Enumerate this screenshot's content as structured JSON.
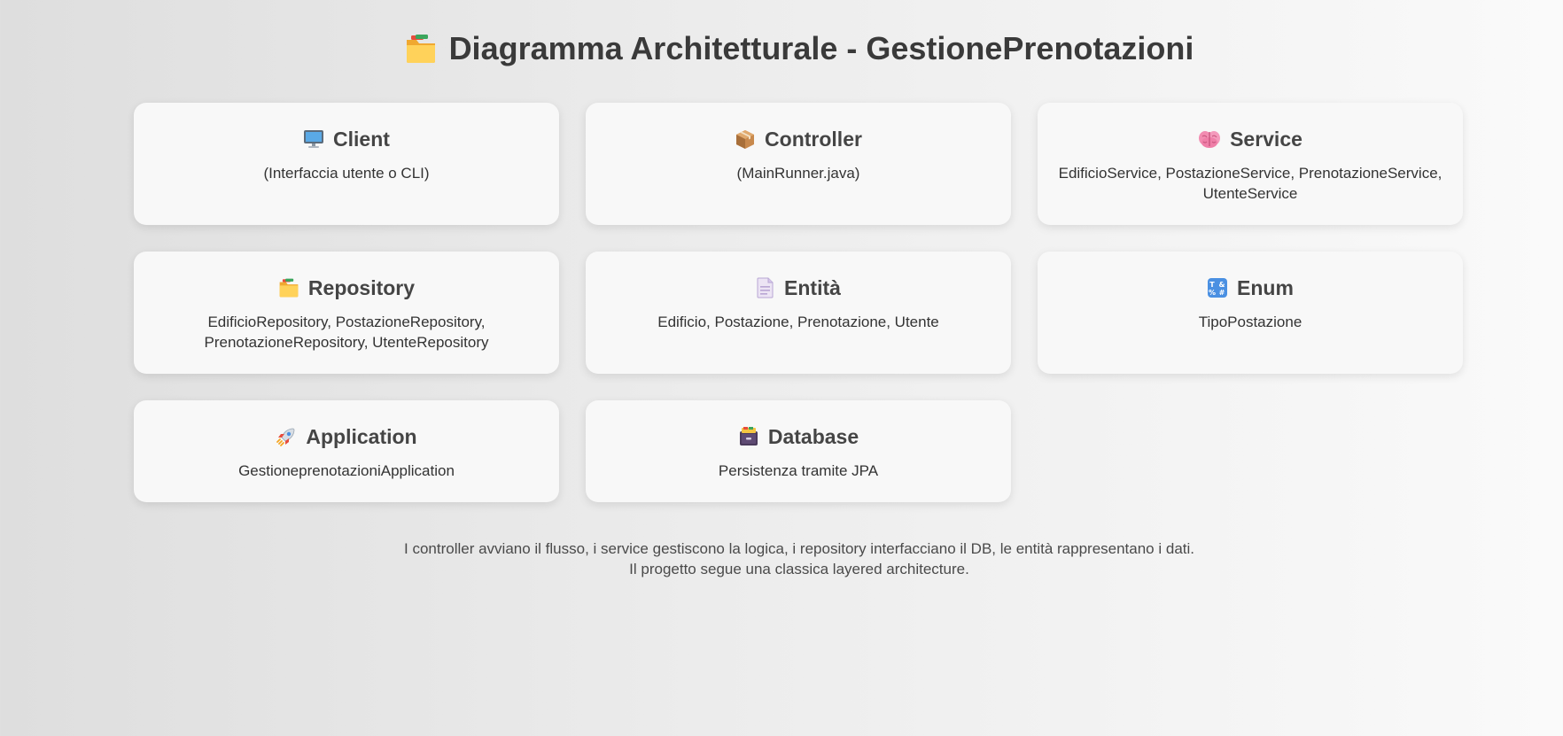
{
  "title": "Diagramma Architetturale - GestionePrenotazioni",
  "title_icon": "folder-icon",
  "cards": [
    {
      "title": "Client",
      "icon": "monitor-icon",
      "description": "(Interfaccia utente o CLI)"
    },
    {
      "title": "Controller",
      "icon": "package-icon",
      "description": "(MainRunner.java)"
    },
    {
      "title": "Service",
      "icon": "brain-icon",
      "description": "EdificioService, PostazioneService, PrenotazioneService, UtenteService"
    },
    {
      "title": "Repository",
      "icon": "folder-icon",
      "description": "EdificioRepository, PostazioneRepository, PrenotazioneRepository, UtenteRepository"
    },
    {
      "title": "Entità",
      "icon": "document-icon",
      "description": "Edificio, Postazione, Prenotazione, Utente"
    },
    {
      "title": "Enum",
      "icon": "symbols-icon",
      "description": "TipoPostazione"
    },
    {
      "title": "Application",
      "icon": "rocket-icon",
      "description": "GestioneprenotazioniApplication"
    },
    {
      "title": "Database",
      "icon": "file-cabinet-icon",
      "description": "Persistenza tramite JPA"
    }
  ],
  "footer": {
    "line1": "I controller avviano il flusso, i service gestiscono la logica, i repository interfacciano il DB, le entità rappresentano i dati.",
    "line2": "Il progetto segue una classica layered architecture."
  }
}
